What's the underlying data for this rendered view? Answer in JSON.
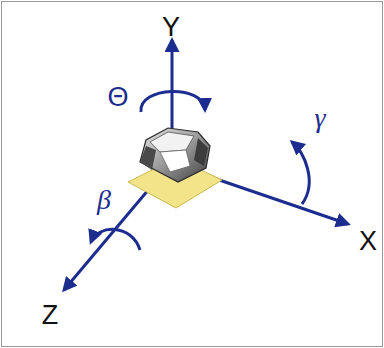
{
  "diagram": {
    "labels": [
      "Y",
      "Θ",
      "γ",
      "X",
      "β",
      "Z"
    ]
  }
}
